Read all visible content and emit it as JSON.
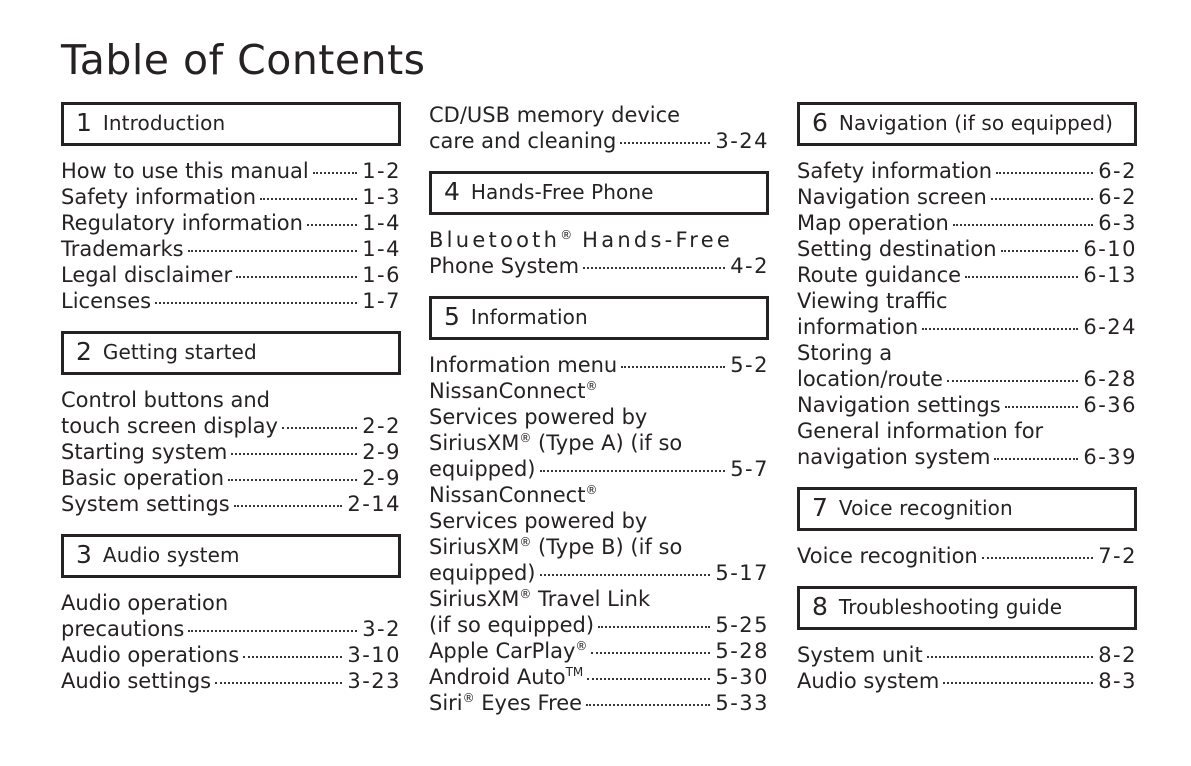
{
  "page": {
    "title": "Table of Contents"
  },
  "colors": {
    "background": "#ffffff",
    "text": "#262223",
    "box_border": "#262223"
  },
  "columns": [
    {
      "blocks": [
        {
          "type": "chapter",
          "number": "1",
          "title": "Introduction"
        },
        {
          "type": "entry",
          "lines": [
            "How to use this manual"
          ],
          "page": "1-2"
        },
        {
          "type": "entry",
          "lines": [
            "Safety information"
          ],
          "page": "1-3"
        },
        {
          "type": "entry",
          "lines": [
            "Regulatory information"
          ],
          "page": "1-4"
        },
        {
          "type": "entry",
          "lines": [
            "Trademarks"
          ],
          "page": "1-4"
        },
        {
          "type": "entry",
          "lines": [
            "Legal disclaimer"
          ],
          "page": "1-6"
        },
        {
          "type": "entry",
          "lines": [
            "Licenses"
          ],
          "page": "1-7"
        },
        {
          "type": "chapter",
          "number": "2",
          "title": "Getting started"
        },
        {
          "type": "entry",
          "lines": [
            "Control buttons and",
            "touch screen display"
          ],
          "page": "2-2"
        },
        {
          "type": "entry",
          "lines": [
            "Starting system"
          ],
          "page": "2-9"
        },
        {
          "type": "entry",
          "lines": [
            "Basic operation"
          ],
          "page": "2-9"
        },
        {
          "type": "entry",
          "lines": [
            "System settings"
          ],
          "page": "2-14"
        },
        {
          "type": "chapter",
          "number": "3",
          "title": "Audio system"
        },
        {
          "type": "entry",
          "lines": [
            "Audio operation",
            "precautions"
          ],
          "page": "3-2"
        },
        {
          "type": "entry",
          "lines": [
            "Audio operations"
          ],
          "page": "3-10"
        },
        {
          "type": "entry",
          "lines": [
            "Audio settings"
          ],
          "page": "3-23"
        }
      ]
    },
    {
      "blocks": [
        {
          "type": "entry",
          "lines": [
            "CD/USB memory device",
            "care and cleaning"
          ],
          "page": "3-24"
        },
        {
          "type": "chapter",
          "number": "4",
          "title": "Hands-Free Phone"
        },
        {
          "type": "entry",
          "lines": [
            "Bluetooth® Hands-Free",
            "Phone System"
          ],
          "page": "4-2",
          "spread_first_line": true
        },
        {
          "type": "chapter",
          "number": "5",
          "title": "Information"
        },
        {
          "type": "entry",
          "lines": [
            "Information menu"
          ],
          "page": "5-2"
        },
        {
          "type": "entry",
          "lines": [
            "NissanConnect®",
            "Services powered by",
            "SiriusXM® (Type A) (if so",
            "equipped)"
          ],
          "page": "5-7"
        },
        {
          "type": "entry",
          "lines": [
            "NissanConnect®",
            "Services powered by",
            "SiriusXM® (Type B) (if so",
            "equipped)"
          ],
          "page": "5-17"
        },
        {
          "type": "entry",
          "lines": [
            "SiriusXM® Travel Link",
            "(if so equipped)"
          ],
          "page": "5-25"
        },
        {
          "type": "entry",
          "lines": [
            "Apple CarPlay®"
          ],
          "page": "5-28"
        },
        {
          "type": "entry",
          "lines": [
            "Android Auto™"
          ],
          "page": "5-30"
        },
        {
          "type": "entry",
          "lines": [
            "Siri® Eyes Free"
          ],
          "page": "5-33"
        }
      ]
    },
    {
      "blocks": [
        {
          "type": "chapter",
          "number": "6",
          "title": "Navigation (if so equipped)"
        },
        {
          "type": "entry",
          "lines": [
            "Safety information"
          ],
          "page": "6-2"
        },
        {
          "type": "entry",
          "lines": [
            "Navigation screen"
          ],
          "page": "6-2"
        },
        {
          "type": "entry",
          "lines": [
            "Map operation"
          ],
          "page": "6-3"
        },
        {
          "type": "entry",
          "lines": [
            "Setting destination"
          ],
          "page": "6-10"
        },
        {
          "type": "entry",
          "lines": [
            "Route guidance"
          ],
          "page": "6-13"
        },
        {
          "type": "entry",
          "lines": [
            "Viewing traffic",
            "information"
          ],
          "page": "6-24"
        },
        {
          "type": "entry",
          "lines": [
            "Storing a",
            "location/route"
          ],
          "page": "6-28"
        },
        {
          "type": "entry",
          "lines": [
            "Navigation settings"
          ],
          "page": "6-36"
        },
        {
          "type": "entry",
          "lines": [
            "General information for",
            "navigation system"
          ],
          "page": "6-39"
        },
        {
          "type": "chapter",
          "number": "7",
          "title": "Voice recognition"
        },
        {
          "type": "entry",
          "lines": [
            "Voice recognition"
          ],
          "page": "7-2"
        },
        {
          "type": "chapter",
          "number": "8",
          "title": "Troubleshooting guide"
        },
        {
          "type": "entry",
          "lines": [
            "System unit"
          ],
          "page": "8-2"
        },
        {
          "type": "entry",
          "lines": [
            "Audio system"
          ],
          "page": "8-3"
        }
      ]
    }
  ]
}
